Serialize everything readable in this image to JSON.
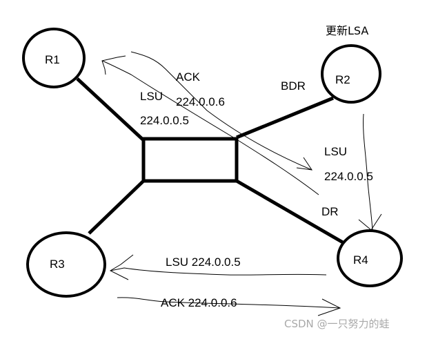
{
  "diagram": {
    "topic": "OSPF LSA update flooding on a broadcast network",
    "colors": {
      "stroke": "#000000",
      "background": "#ffffff",
      "watermark": "#a9a9a9"
    },
    "routers": [
      {
        "id": "R1",
        "label": "R1"
      },
      {
        "id": "R2",
        "label": "R2",
        "role": "BDR",
        "annotation": "更新LSA"
      },
      {
        "id": "R3",
        "label": "R3"
      },
      {
        "id": "R4",
        "label": "R4",
        "role": "DR"
      }
    ],
    "segment": {
      "type": "broadcast-segment",
      "label": ""
    },
    "links": [
      {
        "from": "R1",
        "to": "segment"
      },
      {
        "from": "R2",
        "to": "segment"
      },
      {
        "from": "R3",
        "to": "segment"
      },
      {
        "from": "R4",
        "to": "segment"
      }
    ],
    "messages": [
      {
        "id": "r2-to-dr",
        "from": "R2",
        "to": "R4",
        "line1": "LSU",
        "line2": "224.0.0.5"
      },
      {
        "id": "dr-to-r1",
        "from": "R4",
        "to": "R1",
        "line1": "LSU",
        "line2": "224.0.0.5"
      },
      {
        "id": "r1-ack",
        "from": "R1",
        "to": "R4",
        "line1": "ACK",
        "line2": "224.0.0.6"
      },
      {
        "id": "dr-to-r3",
        "from": "R4",
        "to": "R3",
        "text": "LSU 224.0.0.5"
      },
      {
        "id": "r3-ack",
        "from": "R3",
        "to": "R4",
        "text": "ACK 224.0.0.6"
      }
    ],
    "watermark": "CSDN @一只努力的蛙"
  }
}
